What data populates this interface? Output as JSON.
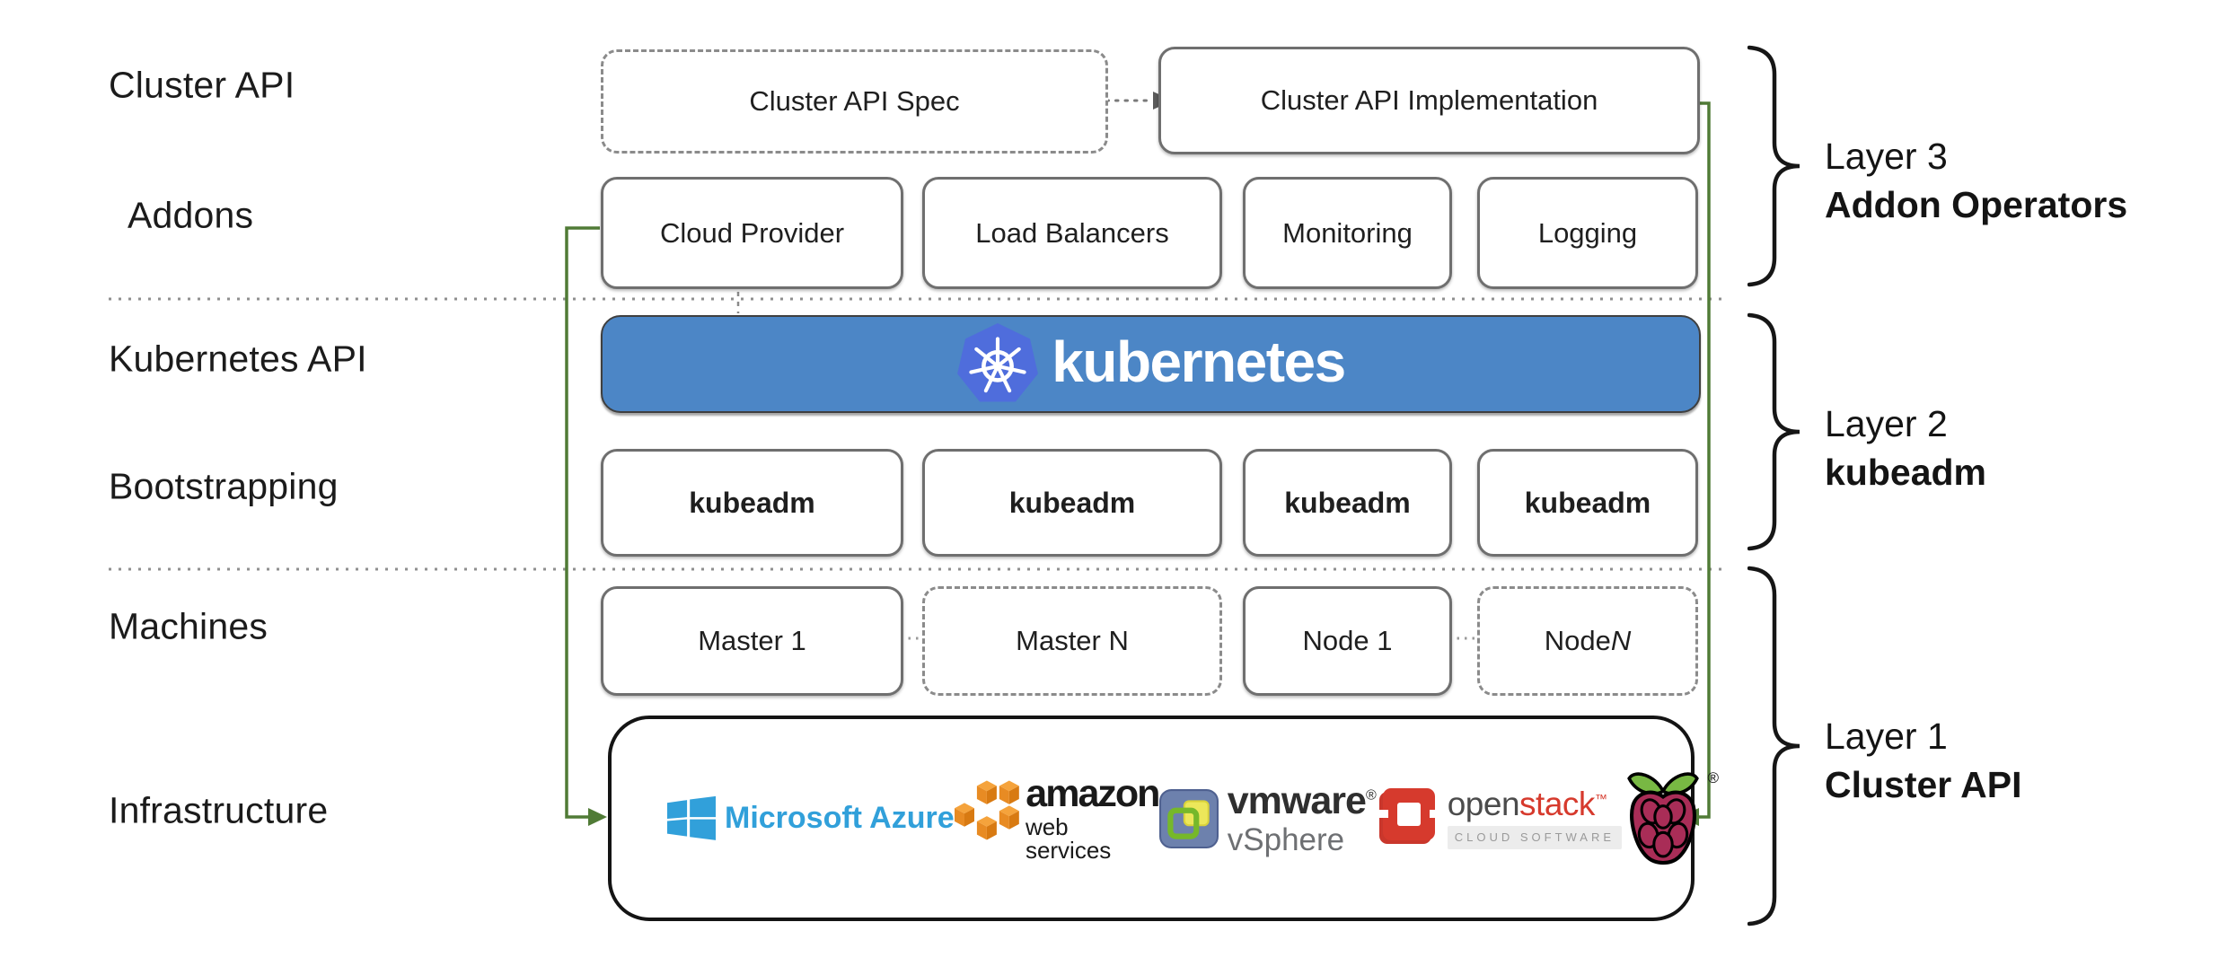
{
  "row_labels": [
    "Cluster API",
    "Addons",
    "Kubernetes API",
    "Bootstrapping",
    "Machines",
    "Infrastructure"
  ],
  "top_row": {
    "spec": "Cluster API Spec",
    "impl": "Cluster API Implementation"
  },
  "addons": [
    "Cloud Provider",
    "Load Balancers",
    "Monitoring",
    "Logging"
  ],
  "kubernetes_banner": {
    "wordmark": "kubernetes"
  },
  "bootstrapping": [
    "kubeadm",
    "kubeadm",
    "kubeadm",
    "kubeadm"
  ],
  "machines": [
    {
      "text": "Master 1",
      "italic_suffix": ""
    },
    {
      "text": "Master N",
      "italic_suffix": ""
    },
    {
      "text": "Node 1",
      "italic_suffix": ""
    },
    {
      "text": "Node ",
      "italic_suffix": "N"
    }
  ],
  "infrastructure": {
    "azure_label": "Microsoft Azure",
    "aws_line1": "amazon",
    "aws_line2": "web services",
    "vmware_line1": "vmware",
    "vmware_reg": "®",
    "vmware_line2": "vSphere",
    "openstack_word1": "open",
    "openstack_word2": "stack",
    "openstack_tm": "™",
    "openstack_tagline": "CLOUD SOFTWARE",
    "rpi_reg": "®"
  },
  "layers": [
    {
      "name": "Layer 3",
      "subtitle": "Addon Operators"
    },
    {
      "name": "Layer 2",
      "subtitle": "kubeadm"
    },
    {
      "name": "Layer 1",
      "subtitle": "Cluster API"
    }
  ],
  "colors": {
    "connector_green": "#507b36",
    "banner_blue": "#4c86c6",
    "k8s_logo_blue": "#4f6ddc",
    "azure_blue": "#31a0da",
    "aws_orange": "#e88b23",
    "openstack_red": "#d63a2d",
    "gcp_blue": "#5b87ee",
    "gcp_red": "#c94d3f",
    "gcp_yellow": "#e7bb4d",
    "rpi_green": "#78b843",
    "rpi_berry": "#a92d57"
  }
}
